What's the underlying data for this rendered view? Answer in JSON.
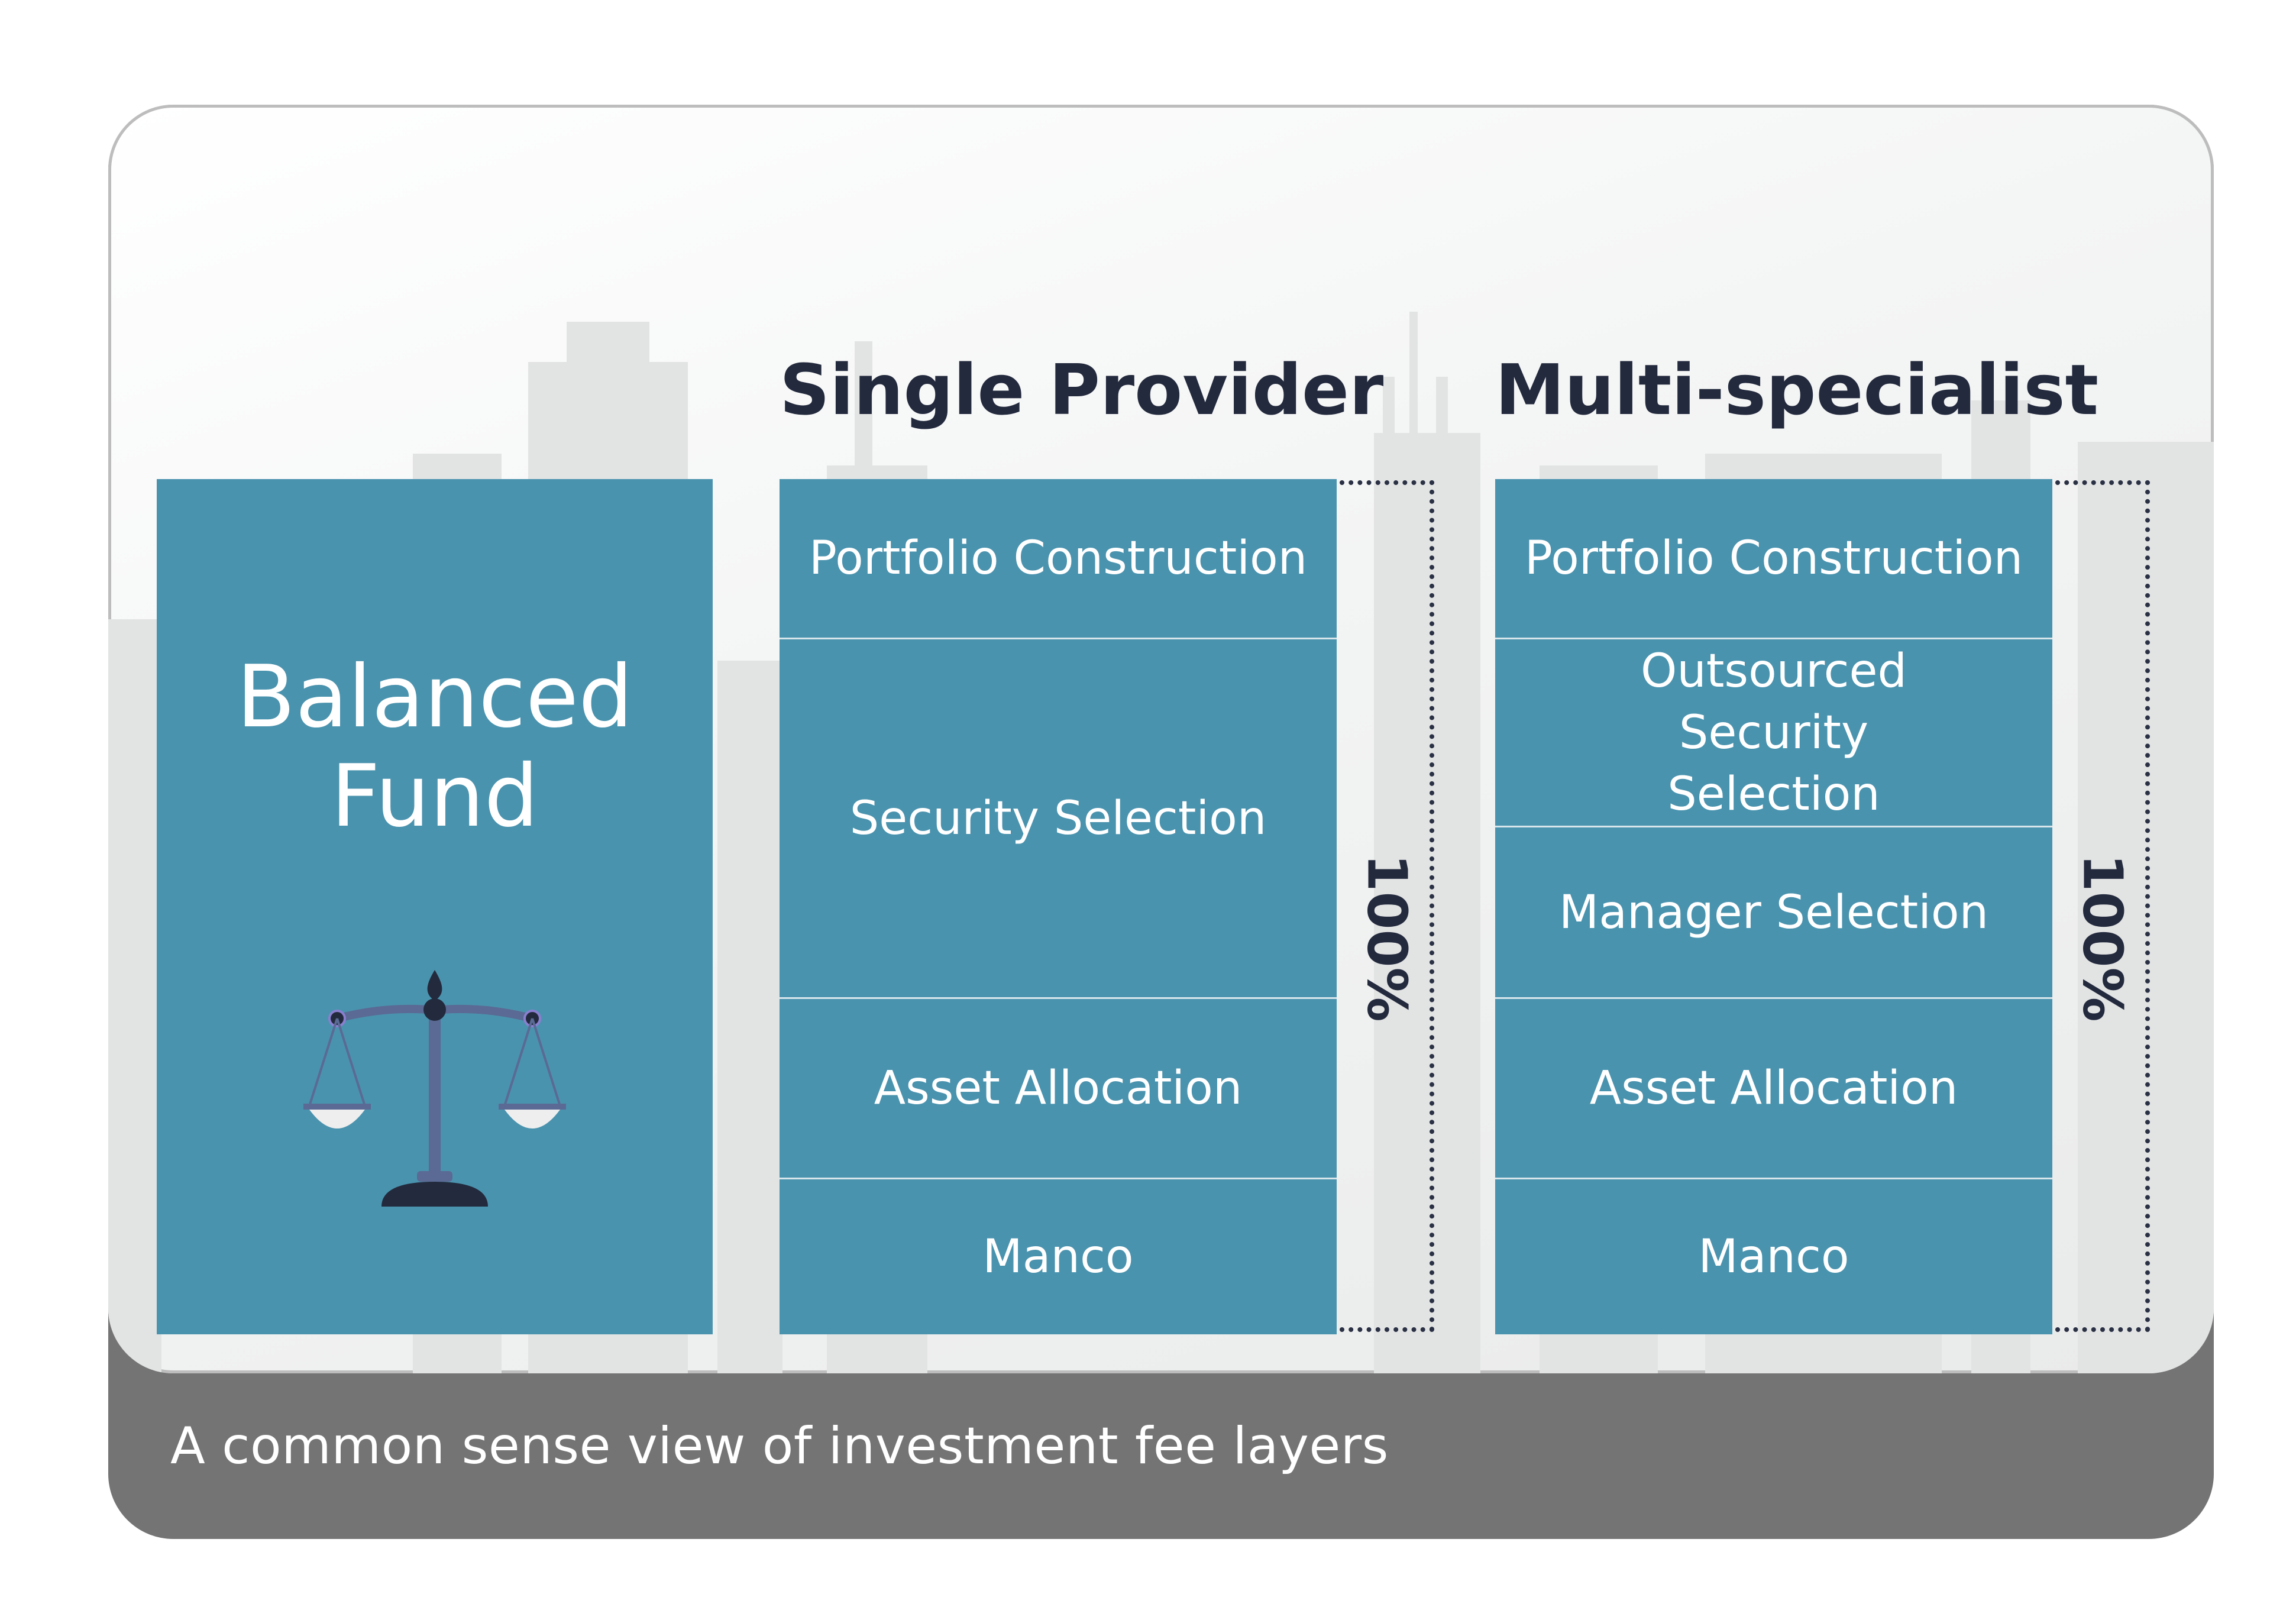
{
  "fund": {
    "title_line1": "Balanced",
    "title_line2": "Fund",
    "icon": "balance-scale-icon"
  },
  "single_provider": {
    "title": "Single Provider",
    "layers": [
      "Portfolio Construction",
      "Security Selection",
      "Asset Allocation",
      "Manco"
    ],
    "total": "100%"
  },
  "multi_specialist": {
    "title": "Multi-specialist",
    "layers": [
      "Portfolio Construction",
      "Outsourced Security Selection",
      "Manager Selection",
      "Asset Allocation",
      "Manco"
    ],
    "total": "100%"
  },
  "caption": "A common sense view of investment fee layers",
  "colors": {
    "teal": "#4a93ae",
    "navy": "#232a3d",
    "caption_bar": "#747474"
  }
}
